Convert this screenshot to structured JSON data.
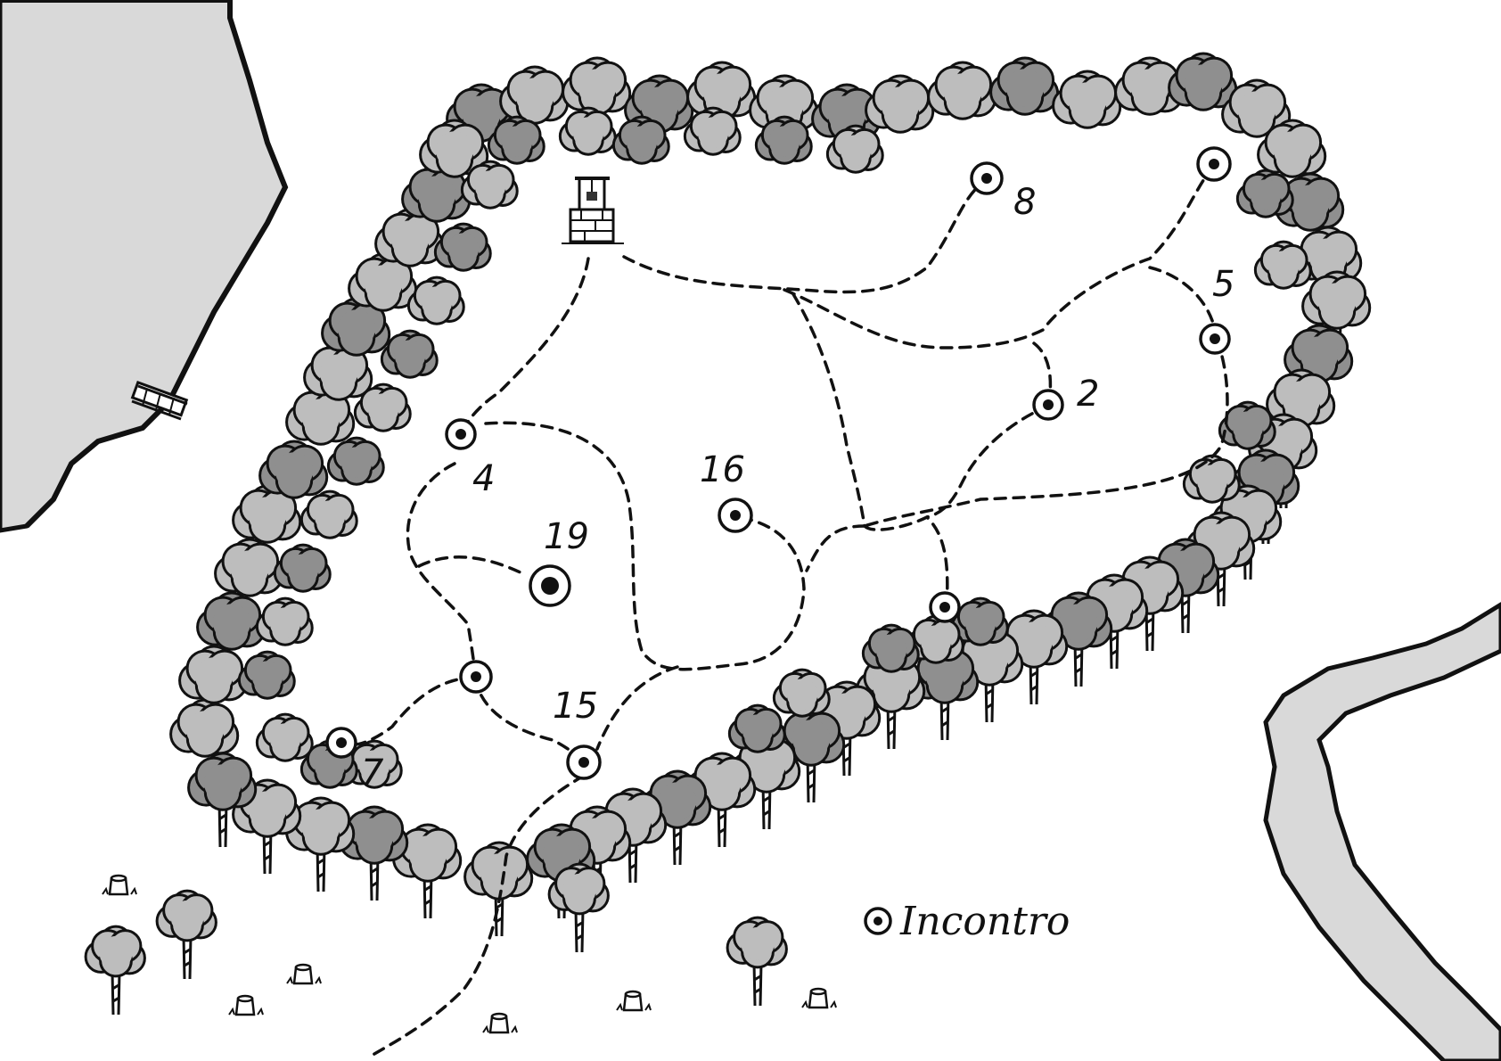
{
  "markers": [
    {
      "id": "m8",
      "label": "8"
    },
    {
      "id": "m-ne",
      "label": ""
    },
    {
      "id": "m5",
      "label": "5"
    },
    {
      "id": "m2",
      "label": "2"
    },
    {
      "id": "m4",
      "label": "4"
    },
    {
      "id": "m16",
      "label": "16"
    },
    {
      "id": "m19",
      "label": "19"
    },
    {
      "id": "m-se",
      "label": ""
    },
    {
      "id": "m-mid",
      "label": ""
    },
    {
      "id": "m7",
      "label": "7"
    },
    {
      "id": "m15",
      "label": "15"
    }
  ],
  "legend": {
    "encounter_label": "Incontro"
  },
  "icons": {
    "well": "well-icon",
    "bridge": "bridge-icon",
    "encounter": "encounter-marker-icon"
  },
  "colors": {
    "ink": "#111111",
    "water": "#d9d9d9",
    "foliage": "#bdbdbd",
    "background": "#ffffff"
  }
}
